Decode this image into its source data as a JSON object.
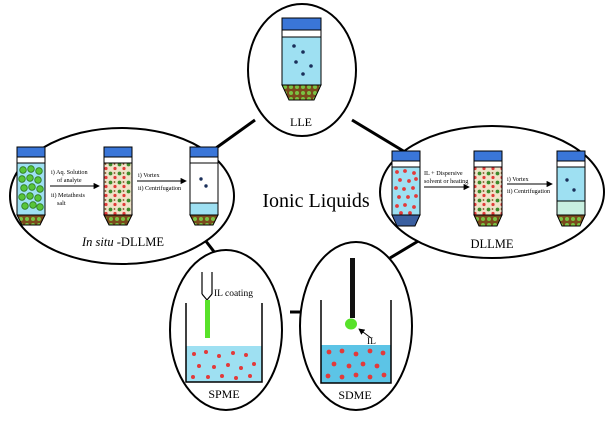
{
  "center_label": "Ionic Liquids",
  "techniques": {
    "lle": {
      "label": "LLE"
    },
    "dllme": {
      "label": "DLLME",
      "step1": [
        "IL + Dispersive",
        "solvent or heating"
      ],
      "step2": [
        "i) Vortex",
        "ii) Centrifugation"
      ]
    },
    "insitu": {
      "label_italic": "In situ",
      "label_rest": " -DLLME",
      "step1a": [
        "i) Aq. Solution",
        "of analyte"
      ],
      "step1b": [
        "ii) Metathesis",
        "salt"
      ],
      "step2": [
        "i) Vortex",
        "ii) Centrifugation"
      ]
    },
    "spme": {
      "label": "SPME",
      "coating": "IL coating"
    },
    "sdme": {
      "label": "SDME",
      "drop": "IL"
    }
  },
  "colors": {
    "liquid": "#9ee0f2",
    "liquid_dark": "#5cc4e6",
    "cap": "#3a76d8",
    "droplet_red": "#e23a3a",
    "green": "#58c53a",
    "tip_green": "#7ac243",
    "tip_brown": "#7a4a1c"
  }
}
